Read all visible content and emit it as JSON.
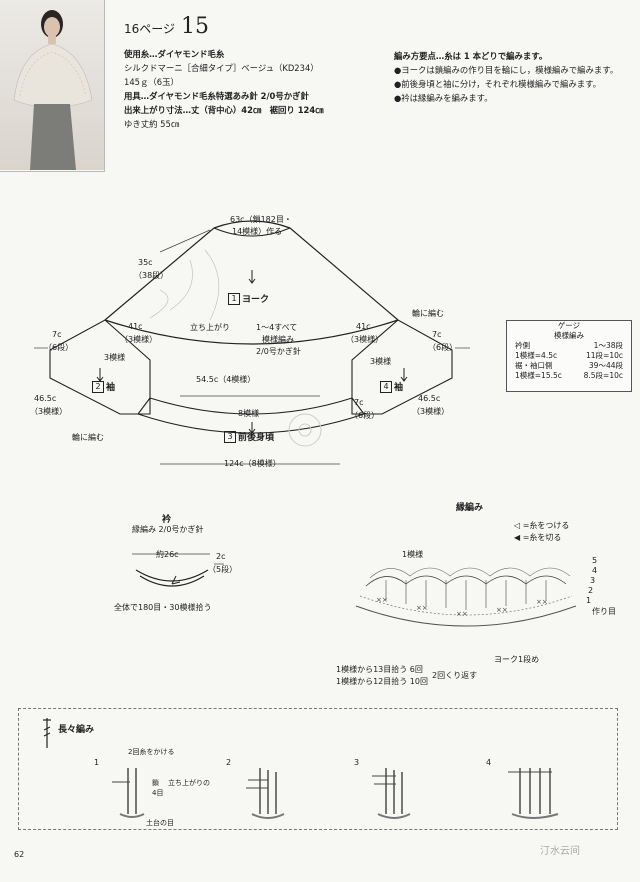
{
  "header": {
    "page_ref": "16ページ",
    "pattern_number": "15",
    "yarn": "使用糸…ダイヤモンド毛糸",
    "yarn_detail": "シルクドマーニ［合細タイプ］ベージュ（KD234）",
    "amount": "145ｇ（6玉）",
    "tools": "用具…ダイヤモンド毛糸特選あみ針 2/0号かぎ針",
    "finished_size": "出来上がり寸法…丈（背中心）42㎝　裾回り 124㎝",
    "sleeve_length": "ゆき丈約 55㎝",
    "notes_title": "編み方要点…糸は 1 本どりで編みます。",
    "notes": [
      "●ヨークは鎖編みの作り目を輪にし，模様編みで編みます。",
      "●前後身頃と袖に分け，それぞれ模様編みで編みます。",
      "●衿は縁編みを編みます。"
    ]
  },
  "diagram": {
    "top_label_1": "63c（鎖182目・",
    "top_label_2": "14模様）作る",
    "left_yoke_1": "35c",
    "left_yoke_2": "（38段）",
    "yoke_num": "1",
    "yoke_label": "ヨーク",
    "stand": "立ち上がり",
    "pattern_1": "1～4すべて",
    "pattern_2": "模様編み",
    "pattern_3": "2/0号かぎ針",
    "left_41c_1": "41c",
    "left_41c_2": "（3模様）",
    "right_41c_1": "41c",
    "right_41c_2": "（3模様）",
    "ring_right": "輪に編む",
    "ring_left": "輪に編む",
    "left_7c_1": "7c",
    "left_7c_2": "（6段）",
    "right_7c_1": "7c",
    "right_7c_2": "（6段）",
    "left_3mod": "3模様",
    "right_3mod": "3模様",
    "sleeve_num_left": "2",
    "sleeve_num_right": "4",
    "sleeve_label": "袖",
    "left_465_1": "46.5c",
    "left_465_2": "（3模様）",
    "right_465_1": "46.5c",
    "right_465_2": "（3模様）",
    "mid_545": "54.5c（4模様）",
    "mid_8mod": "8模様",
    "body_num": "3",
    "body_label": "前後身頃",
    "bottom_124": "124c（8模様）",
    "right_7c_body_1": "7c",
    "right_7c_body_2": "（6段）"
  },
  "gauge": {
    "title": "ゲージ",
    "subtitle": "模様編み",
    "rows": [
      [
        "衿側",
        "1～38段"
      ],
      [
        "1模様=4.5c",
        "11段=10c"
      ],
      [
        "裾・袖口側",
        "39～44段"
      ],
      [
        "1模様=15.5c",
        "8.5段=10c"
      ]
    ]
  },
  "collar": {
    "title": "衿",
    "subtitle": "縁編み 2/0号かぎ針",
    "width": "約26c",
    "height_1": "2c",
    "height_2": "（5段）",
    "pickup": "全体で180目・30模様拾う"
  },
  "edging": {
    "title": "縁編み",
    "legend_1": "◁ =糸をつける",
    "legend_2": "◀ =糸を切る",
    "one_mod": "1模様",
    "rows": [
      "5",
      "4",
      "3",
      "2",
      "1"
    ],
    "start": "作り目",
    "yoke_row": "ヨーク1段め",
    "pick_1": "1模様から13目拾う 6回",
    "pick_2": "1模様から12目拾う 10回",
    "repeat": "2回くり返す"
  },
  "long_stitch": {
    "title": "長々編み",
    "steps": [
      "1",
      "2",
      "3",
      "4"
    ],
    "wrap": "2回糸をかける",
    "chain_1": "鎖",
    "chain_2": "4目",
    "stand_1": "立ち上がりの",
    "base": "土台の目"
  },
  "footer": {
    "page": "62",
    "watermark": "汀水云间"
  }
}
